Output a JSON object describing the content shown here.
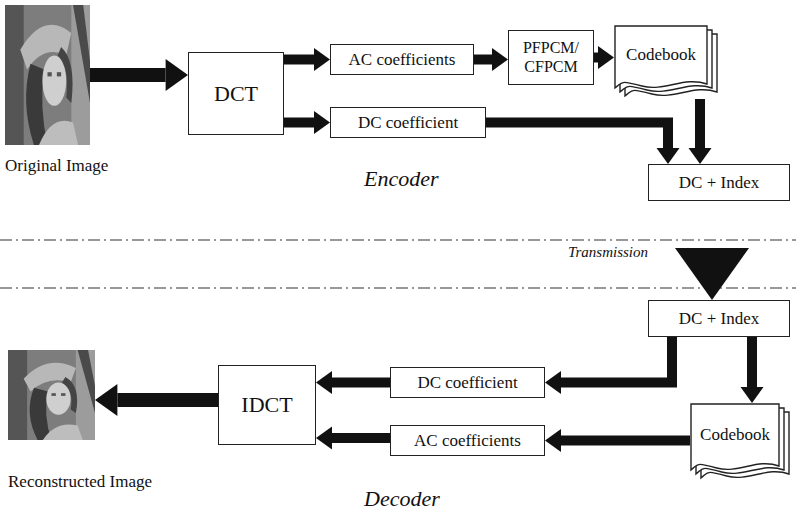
{
  "diagram": {
    "nodes": [
      {
        "text": [
          "Original Image"
        ]
      },
      {
        "text": [
          "DCT"
        ]
      },
      {
        "text": [
          "AC coefficients"
        ]
      },
      {
        "text": [
          "PFPCM/ CFPCM"
        ]
      },
      {
        "text": [
          "Codebook"
        ]
      },
      {
        "text": [
          "DC coefficient"
        ]
      },
      {
        "text": [
          "DC + Index"
        ]
      },
      {
        "text": [
          "DC + Index"
        ]
      },
      {
        "text": [
          "DC coefficient"
        ]
      },
      {
        "text": [
          "AC coefficients"
        ]
      },
      {
        "text": [
          "Codebook"
        ]
      },
      {
        "text": [
          "IDCT"
        ]
      },
      {
        "text": [
          "Reconstructed Image"
        ]
      }
    ],
    "edges": [
      {
        "from": 0,
        "to": 1,
        "arrow": "to"
      },
      {
        "from": 1,
        "to": 2,
        "arrow": "to"
      },
      {
        "from": 1,
        "to": 5,
        "arrow": "to"
      },
      {
        "from": 2,
        "to": 3,
        "arrow": "to"
      },
      {
        "from": 3,
        "to": 4,
        "arrow": "to"
      },
      {
        "from": 5,
        "to": 6,
        "arrow": "to"
      },
      {
        "from": 4,
        "to": 6,
        "arrow": "to"
      },
      {
        "from": 6,
        "to": 7,
        "arrow": "to"
      },
      {
        "from": 7,
        "to": 8,
        "arrow": "to"
      },
      {
        "from": 7,
        "to": 10,
        "arrow": "to"
      },
      {
        "from": 10,
        "to": 9,
        "arrow": "to"
      },
      {
        "from": 8,
        "to": 11,
        "arrow": "to"
      },
      {
        "from": 9,
        "to": 11,
        "arrow": "to"
      },
      {
        "from": 11,
        "to": 12,
        "arrow": "to"
      }
    ],
    "labels": [
      "Encoder",
      "Transmission",
      "Decoder"
    ]
  }
}
